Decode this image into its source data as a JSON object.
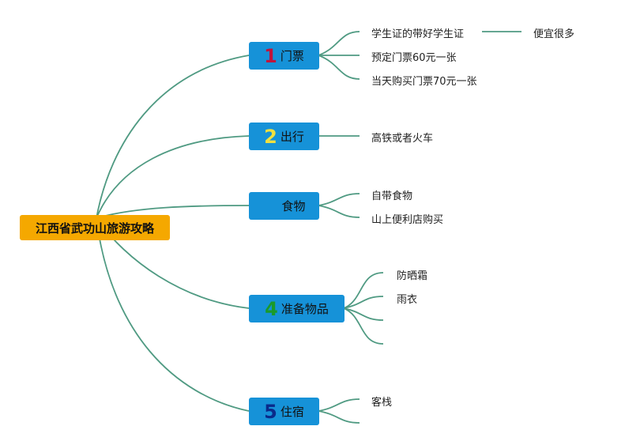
{
  "root": {
    "label": "江西省武功山旅游攻略"
  },
  "branches": [
    {
      "num": "1",
      "num_color": "#c0143c",
      "label": "门票",
      "children": [
        {
          "label": "学生证的带好学生证",
          "note": "便宜很多"
        },
        {
          "label": "预定门票60元一张"
        },
        {
          "label": "当天购买门票70元一张"
        }
      ]
    },
    {
      "num": "2",
      "num_color": "#f0e040",
      "label": "出行",
      "children": [
        {
          "label": "高铁或者火车"
        }
      ]
    },
    {
      "num": "",
      "num_color": "#1692d8",
      "label": "食物",
      "children": [
        {
          "label": "自带食物"
        },
        {
          "label": "山上便利店购买"
        }
      ]
    },
    {
      "num": "4",
      "num_color": "#1a9a2a",
      "label": "准备物品",
      "children": [
        {
          "label": "防晒霜"
        },
        {
          "label": "雨衣"
        },
        {
          "label": ""
        },
        {
          "label": ""
        }
      ]
    },
    {
      "num": "5",
      "num_color": "#0a2a8a",
      "label": "住宿",
      "children": [
        {
          "label": "客栈"
        },
        {
          "label": ""
        }
      ]
    }
  ],
  "colors": {
    "line": "#4f9a82",
    "root_bg": "#f5a800",
    "branch_bg": "#1692d8"
  }
}
